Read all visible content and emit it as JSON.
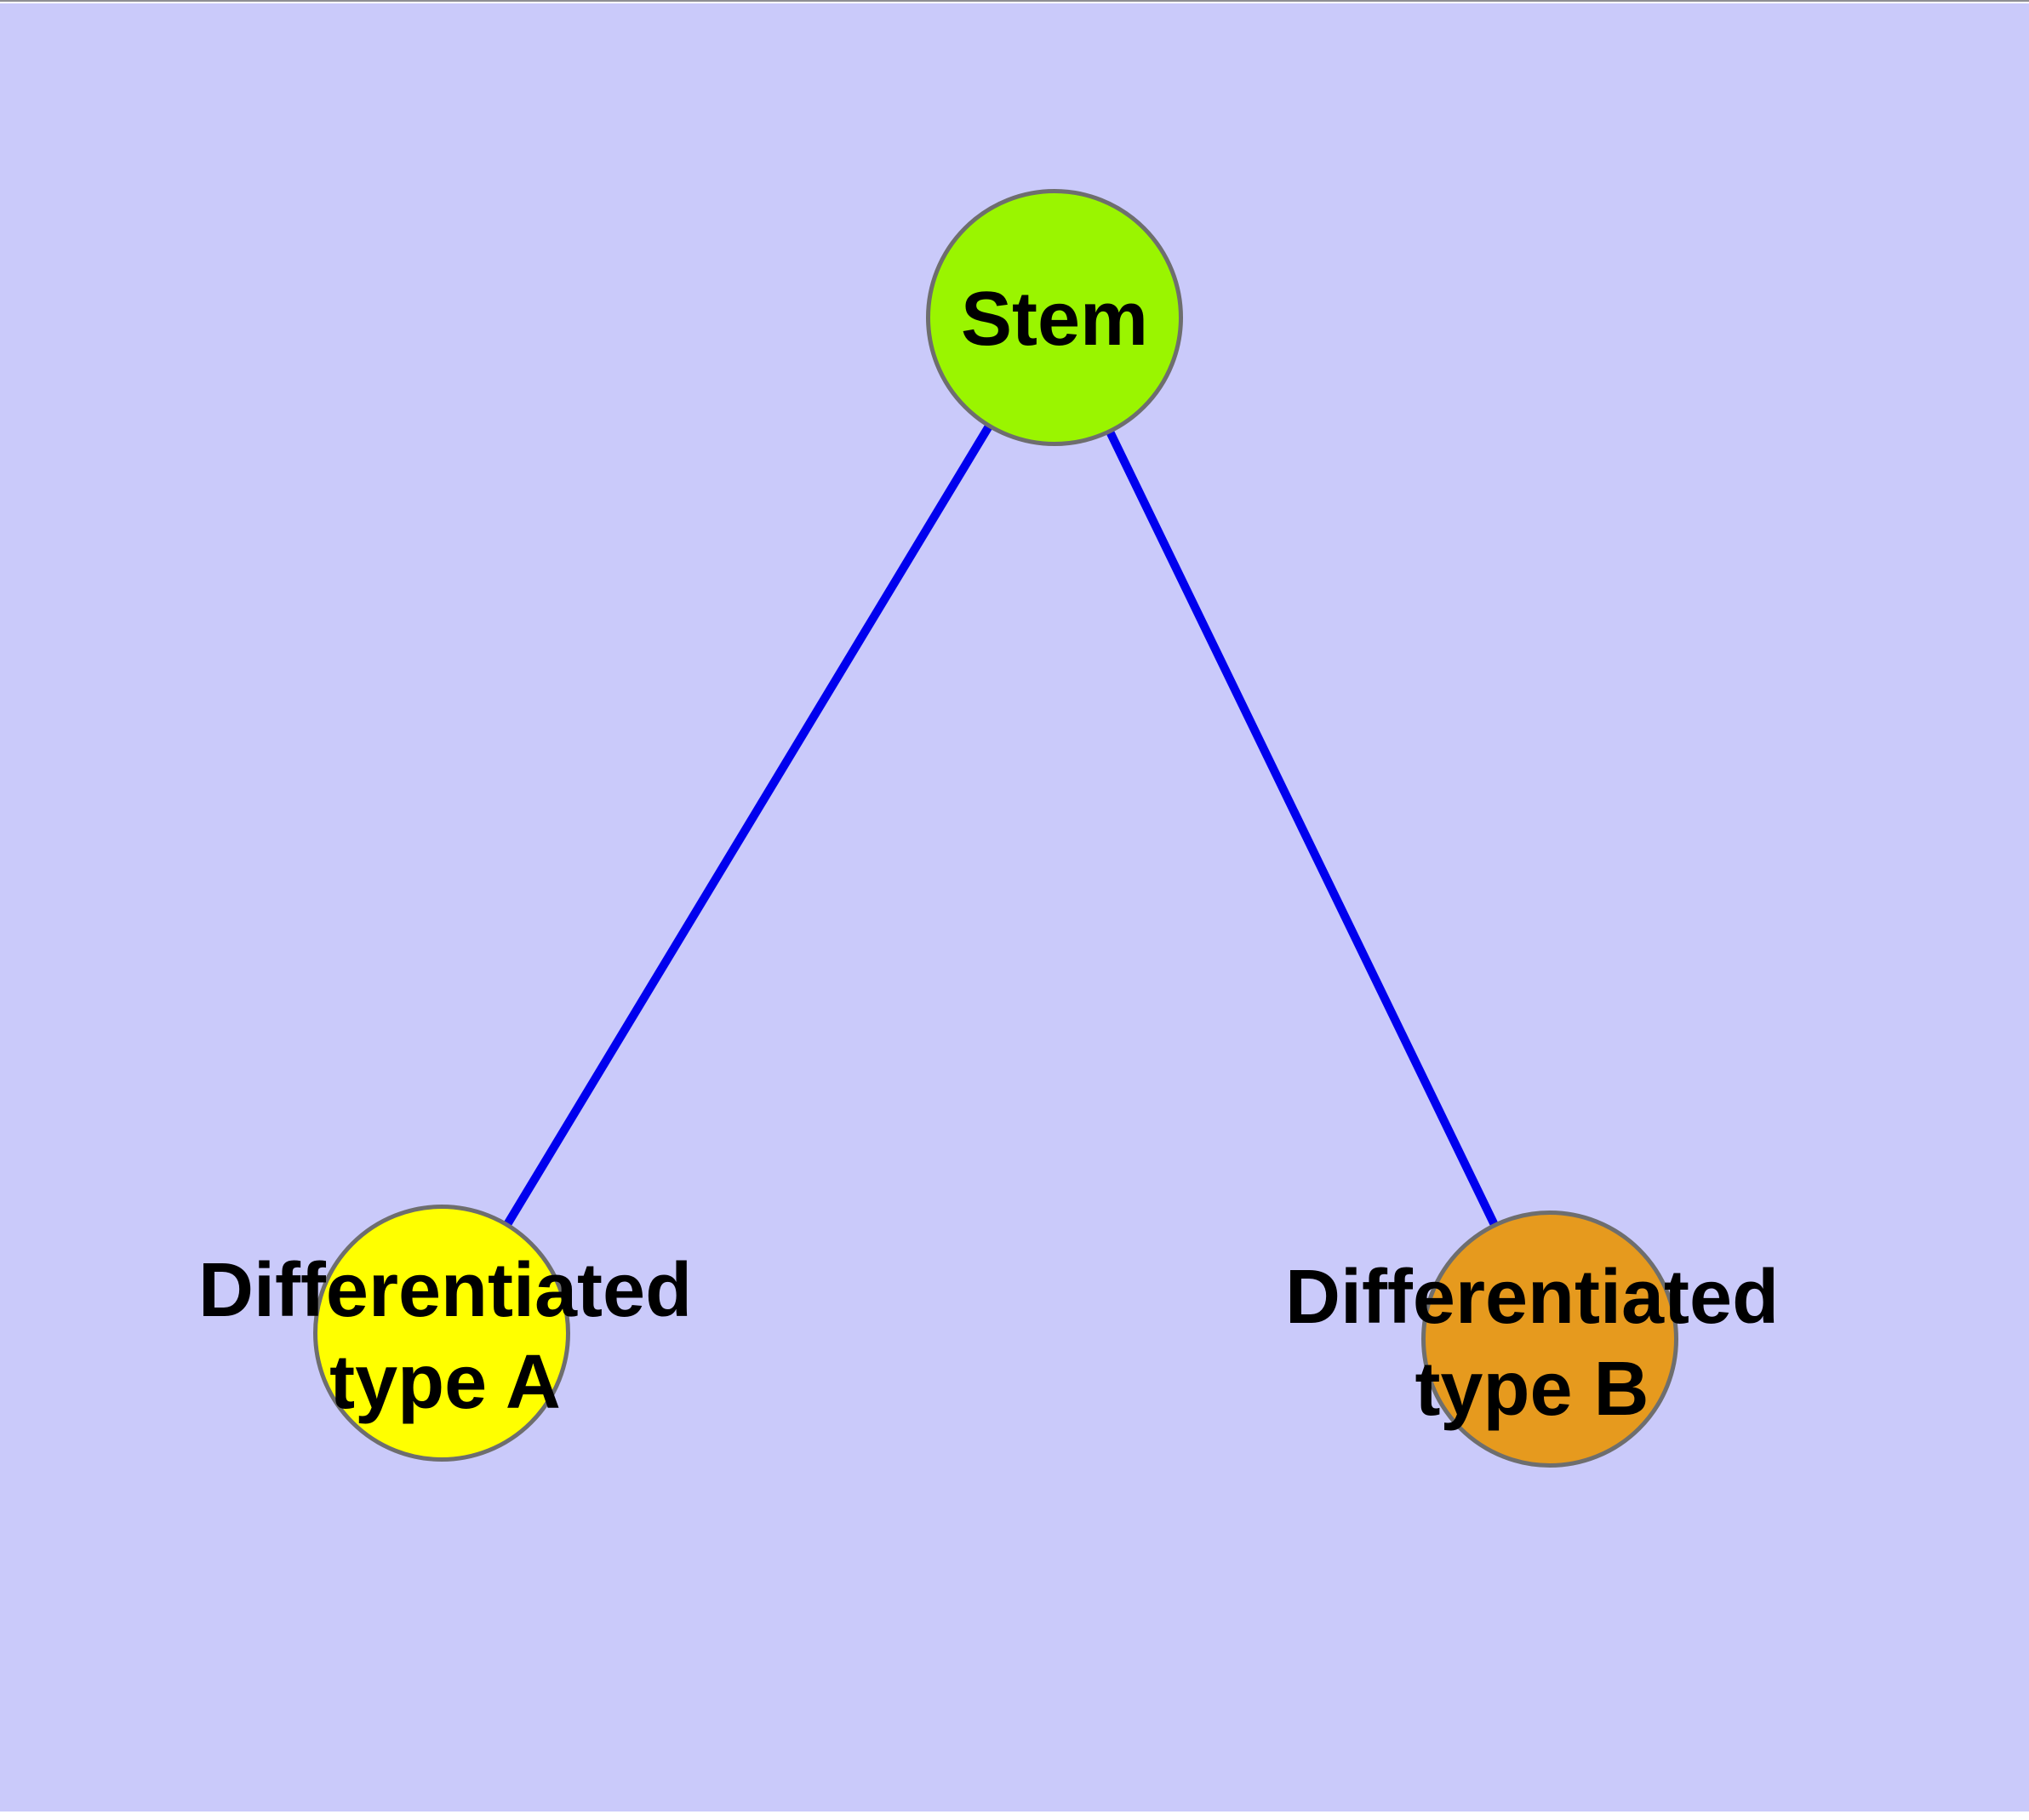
{
  "diagram": {
    "background_color": "#cacafa",
    "edge_color": "#0000ee",
    "node_border_color": "#6e6e6e",
    "label_color": "#000000",
    "nodes": [
      {
        "id": "stem",
        "label": "Stem",
        "label_line2": "",
        "fill": "#9af500"
      },
      {
        "id": "type-a",
        "label": "Differentiated",
        "label_line2": "type A",
        "fill": "#ffff00"
      },
      {
        "id": "type-b",
        "label": "Differentiated",
        "label_line2": "type B",
        "fill": "#e69a1e"
      }
    ],
    "edges": [
      {
        "from": "Stem",
        "to": "Differentiated type A"
      },
      {
        "from": "Stem",
        "to": "Differentiated type B"
      }
    ]
  }
}
